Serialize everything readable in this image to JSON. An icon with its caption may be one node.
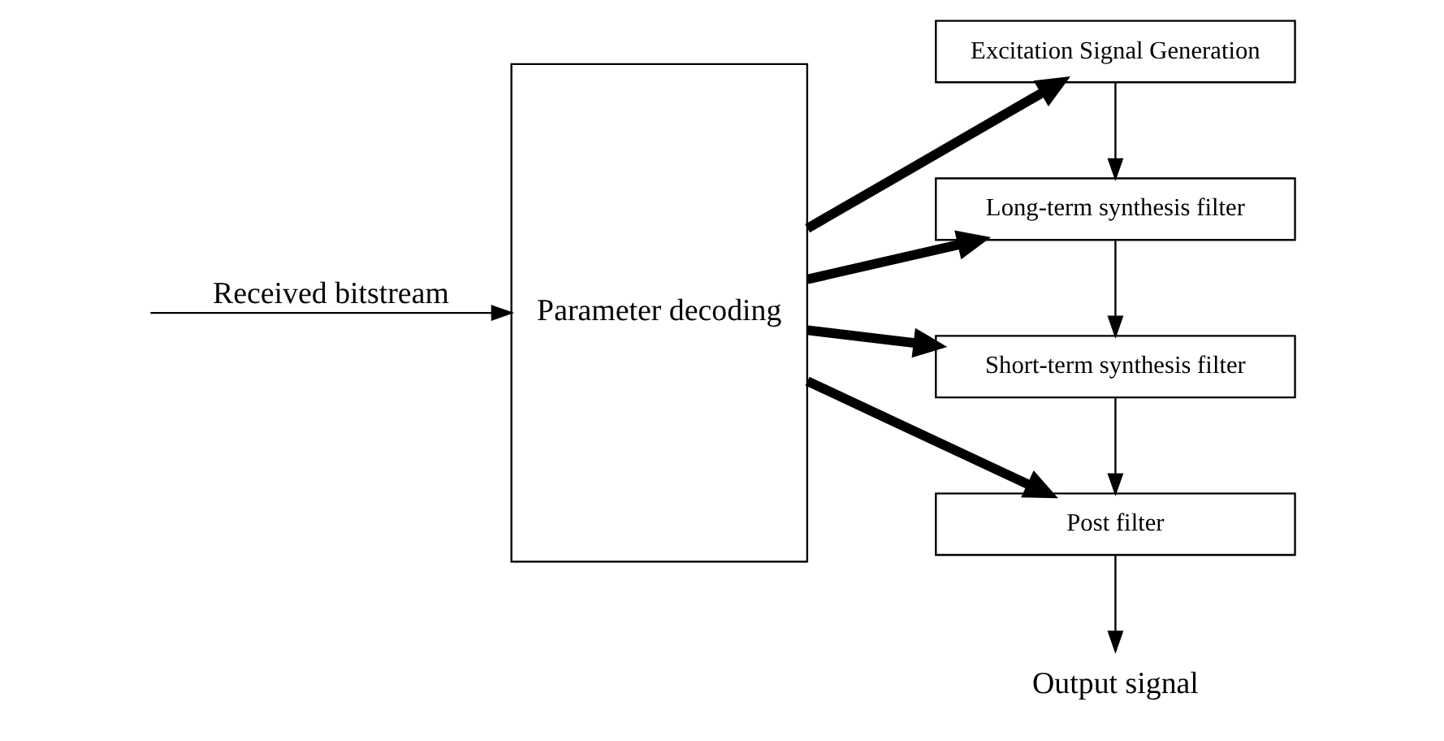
{
  "diagram": {
    "nodes": [
      {
        "text": [
          "Parameter decoding"
        ]
      },
      {
        "text": [
          "Excitation Signal Generation"
        ]
      },
      {
        "text": [
          "Long-term synthesis filter"
        ]
      },
      {
        "text": [
          "Short-term synthesis filter"
        ]
      },
      {
        "text": [
          "Post filter"
        ]
      },
      {
        "text": [
          "Output signal"
        ]
      }
    ],
    "edges": [
      {
        "from": null,
        "to": 0,
        "arrow": "to",
        "label": "Received bitstream"
      },
      {
        "from": 0,
        "to": 1,
        "arrow": "to",
        "style": "thick"
      },
      {
        "from": 0,
        "to": 2,
        "arrow": "to",
        "style": "thick"
      },
      {
        "from": 0,
        "to": 3,
        "arrow": "to",
        "style": "thick"
      },
      {
        "from": 0,
        "to": 4,
        "arrow": "to",
        "style": "thick"
      },
      {
        "from": 1,
        "to": 2,
        "arrow": "to"
      },
      {
        "from": 2,
        "to": 3,
        "arrow": "to"
      },
      {
        "from": 3,
        "to": 4,
        "arrow": "to"
      },
      {
        "from": 4,
        "to": 5,
        "arrow": "to"
      }
    ]
  }
}
